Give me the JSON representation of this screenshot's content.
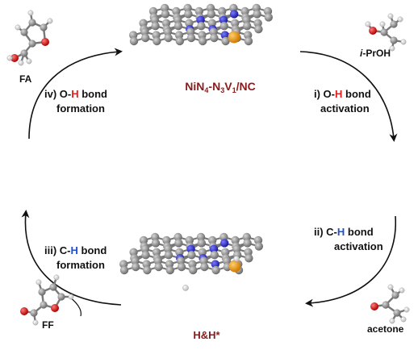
{
  "catalyst_top": {
    "label_main": "NiN",
    "sub1": "4",
    "mid": "-N",
    "sub2": "3",
    "mid2": "V",
    "sub3": "1",
    "tail": "/NC"
  },
  "catalyst_bottom": {
    "label": "H&H*"
  },
  "steps": {
    "i": {
      "line1_pre": "i) O-",
      "line1_h": "H",
      "line1_post": " bond",
      "line2": "activation"
    },
    "ii": {
      "line1_pre": "ii) C-",
      "line1_h": "H",
      "line1_post": " bond",
      "line2": "activation"
    },
    "iii": {
      "line1_pre": "iii) C-",
      "line1_h": "H",
      "line1_post": " bond",
      "line2": "formation"
    },
    "iv": {
      "line1_pre": "iv) O-",
      "line1_h": "H",
      "line1_post": " bond",
      "line2": "formation"
    }
  },
  "molecules": {
    "fa": "FA",
    "ipr_prefix": "i",
    "ipr_rest": "-PrOH",
    "acetone": "acetone",
    "ff": "FF"
  },
  "colors": {
    "catalyst_label": "#8b1a1a",
    "oh_red": "#e02020",
    "ch_blue": "#1f4fd0",
    "carbon": "#8a8a8a",
    "nitrogen": "#2a2acf",
    "nickel": "#f0a020",
    "oxygen": "#e01818",
    "hydrogen": "#f0f0f0",
    "arrow": "#111111"
  }
}
